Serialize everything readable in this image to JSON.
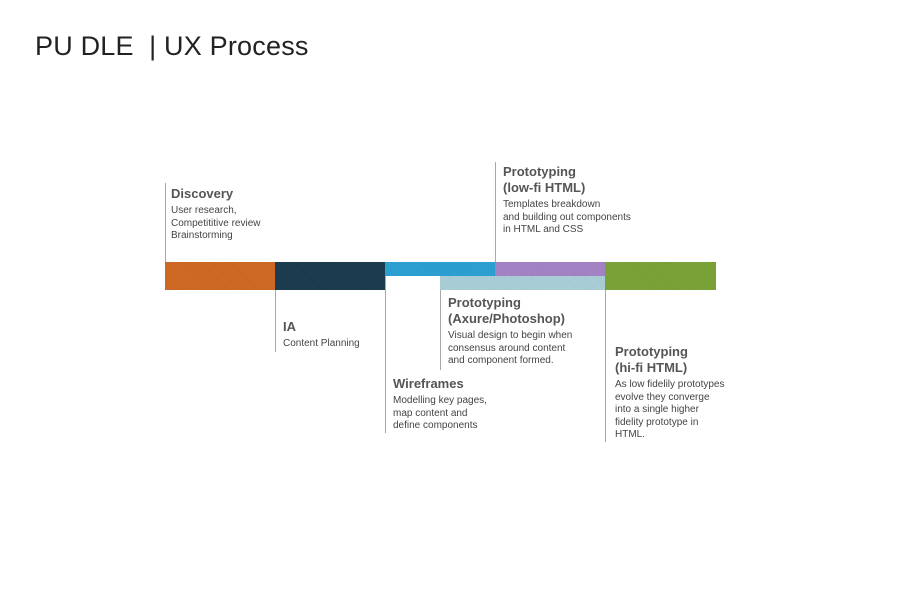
{
  "page": {
    "title": "PU DLE  | UX Process"
  },
  "phases": [
    {
      "id": "discovery",
      "title": "Discovery",
      "description": "User research,\nCompetititive review\nBrainstorming",
      "color": "#d0661f"
    },
    {
      "id": "ia",
      "title": "IA",
      "description": "Content Planning",
      "color": "#16384b"
    },
    {
      "id": "wireframes",
      "title": "Wireframes",
      "description": "Modelling key pages,\nmap content and\ndefine components",
      "color": "#279fd2"
    },
    {
      "id": "prototyping-lofi",
      "title": "Prototyping\n(low-fi HTML)",
      "description": "Templates breakdown\nand building out components\nin HTML and CSS",
      "color": "#a381c5"
    },
    {
      "id": "prototyping-axure",
      "title": "Prototyping\n(Axure/Photoshop)",
      "description": "Visual design to begin when\nconsensus around content\nand component formed.",
      "color": "#a9cfd8"
    },
    {
      "id": "prototyping-hifi",
      "title": "Prototyping\n(hi-fi HTML)",
      "description": "As low fidelily prototypes\nevolve they converge\ninto a single higher\nfidelity prototype in\nHTML.",
      "color": "#78a132"
    }
  ]
}
